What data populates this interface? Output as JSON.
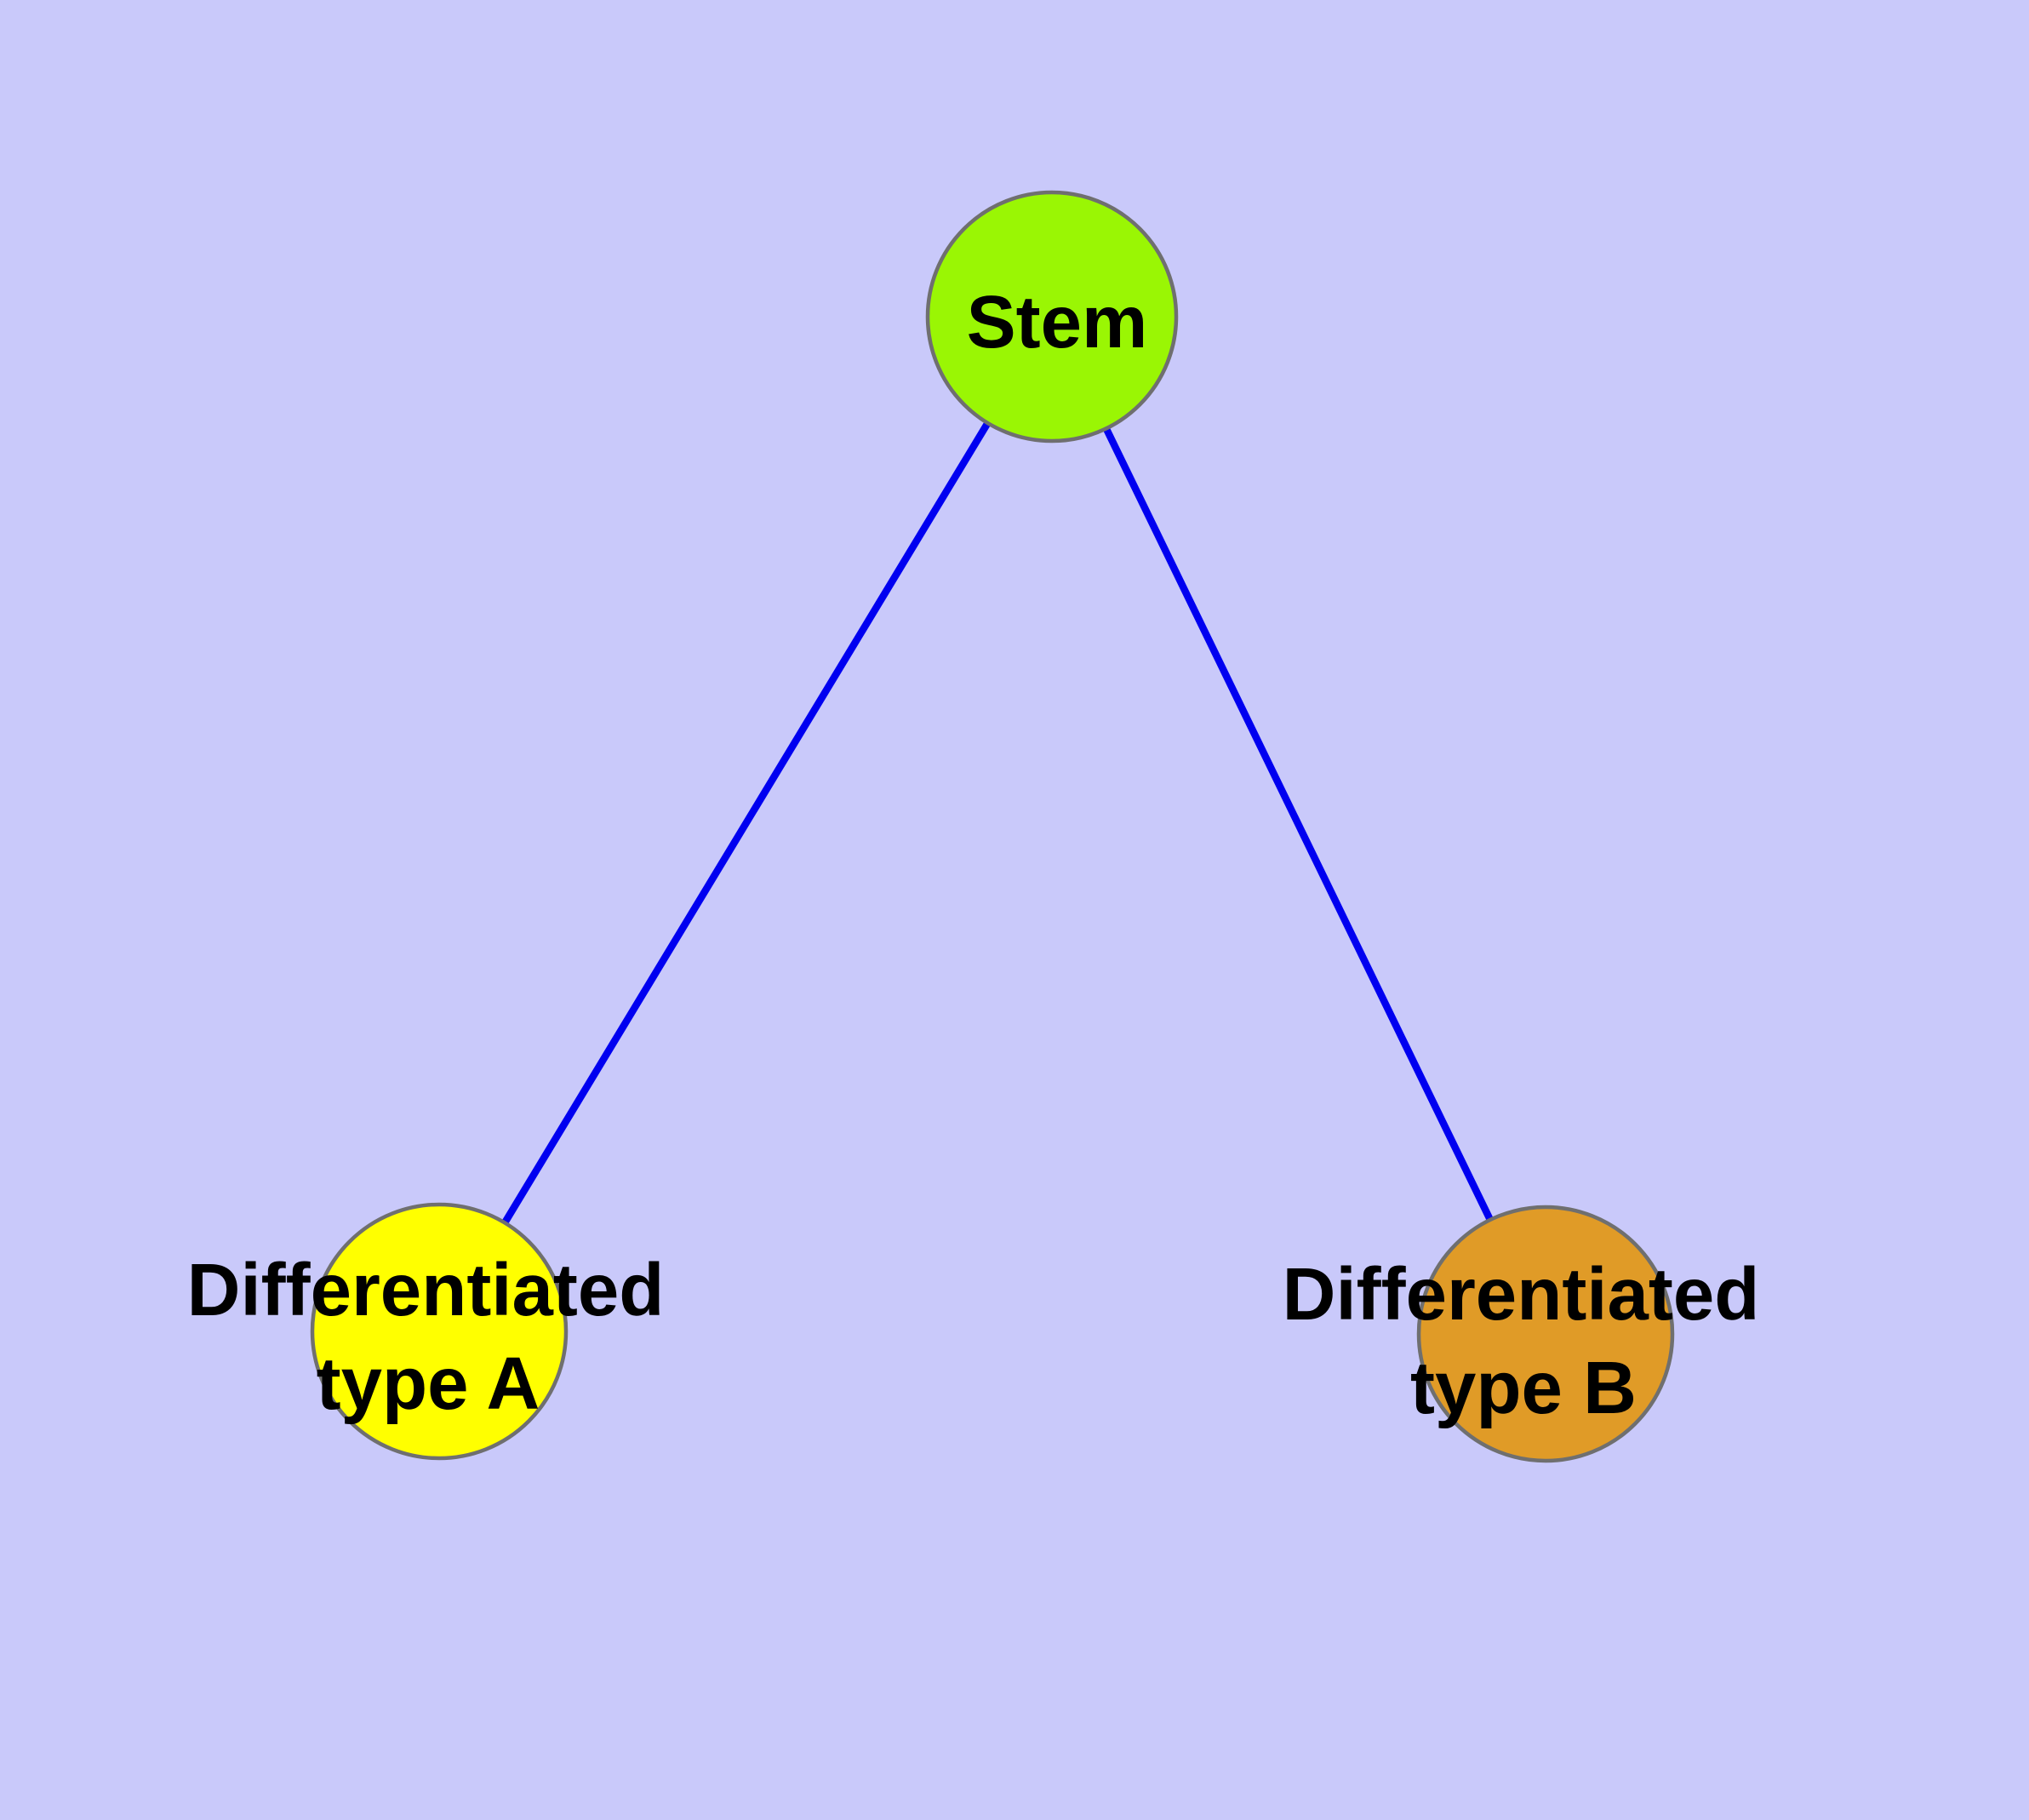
{
  "diagram": {
    "background_color": "#C9C9FA",
    "edge_color": "#0000F0",
    "node_border_color": "#6F6F6F",
    "label_color": "#000000",
    "nodes": [
      {
        "id": "stem",
        "label_lines": [
          "Stem"
        ],
        "fill": "#9AF604"
      },
      {
        "id": "differentiated-type-a",
        "label_lines": [
          "Differentiated",
          "type A"
        ],
        "fill": "#FFFF00"
      },
      {
        "id": "differentiated-type-b",
        "label_lines": [
          "Differentiated",
          "type B"
        ],
        "fill": "#E09B27"
      }
    ],
    "edges": [
      {
        "from": "stem",
        "to": "differentiated-type-a"
      },
      {
        "from": "stem",
        "to": "differentiated-type-b"
      }
    ]
  }
}
